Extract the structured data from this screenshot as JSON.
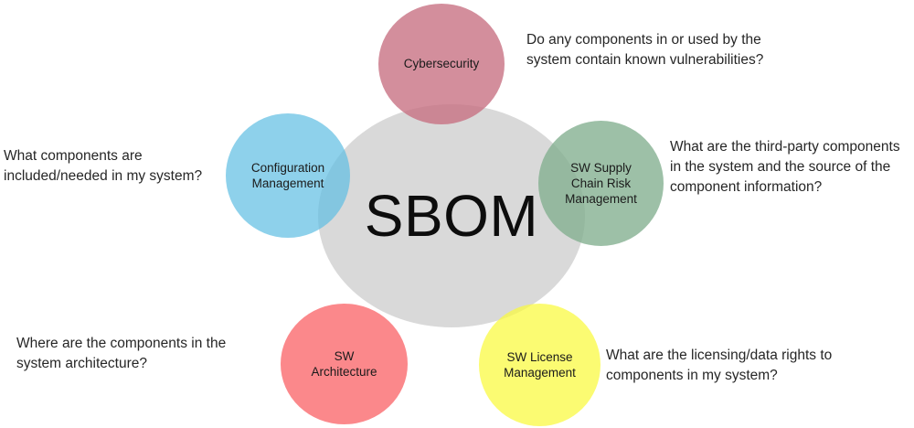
{
  "diagram": {
    "title": "SBOM",
    "hub": {
      "label": "SBOM",
      "color": "#d9d9d9"
    },
    "nodes": [
      {
        "id": "cybersecurity",
        "label": "Cybersecurity",
        "color": "#c66e80",
        "callout": "Do any components in or used by the\nsystem contain known vulnerabilities?"
      },
      {
        "id": "configuration-management",
        "label": "Configuration\nManagement",
        "color": "#5ebee2",
        "callout": "What components are\nincluded/needed in my system?"
      },
      {
        "id": "sw-supply-chain-risk-management",
        "label": "SW Supply\nChain Risk\nManagement",
        "color": "#82ae8e",
        "callout": "What are the third-party components\nin the system and the source of the\ncomponent information?"
      },
      {
        "id": "sw-architecture",
        "label": "SW\nArchitecture",
        "color": "#fa5a5e",
        "callout": "Where are the components in the\nsystem architecture?"
      },
      {
        "id": "sw-license-management",
        "label": "SW License\nManagement",
        "color": "#fafa3c",
        "callout": "What are the licensing/data rights to\ncomponents in my system?"
      }
    ]
  }
}
